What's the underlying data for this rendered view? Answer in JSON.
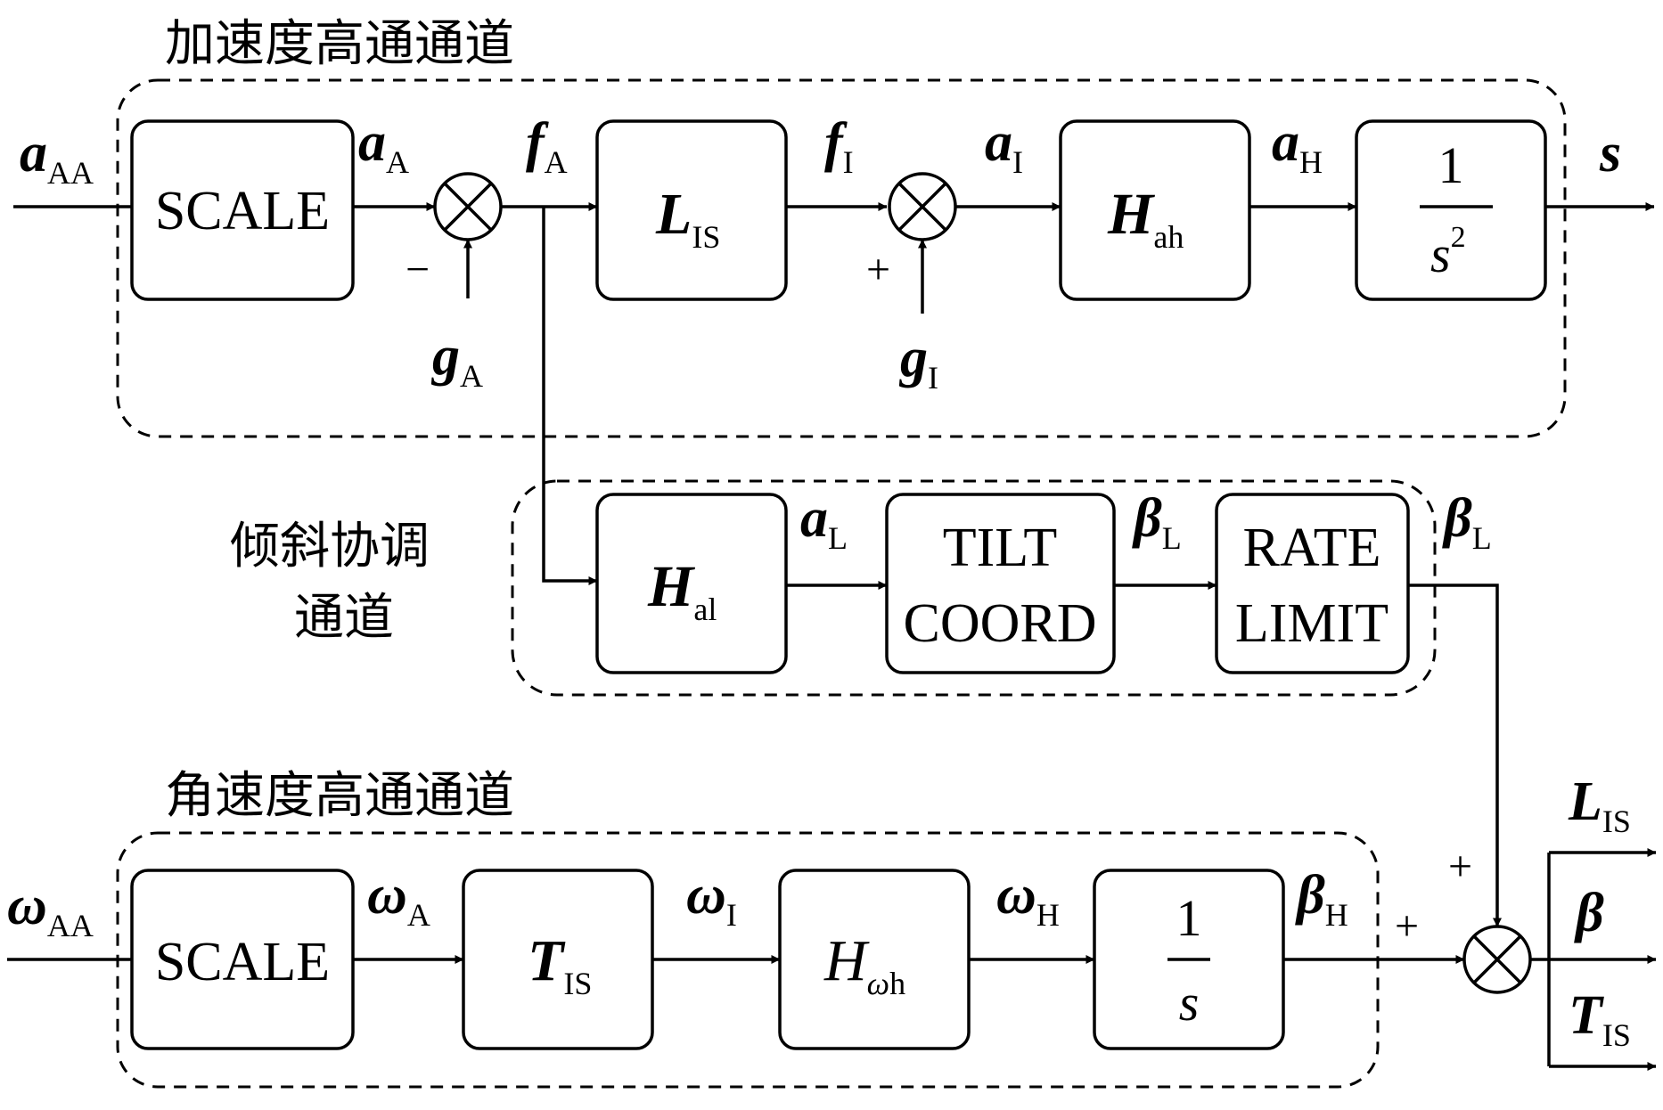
{
  "sections": {
    "accel": "加速度高通通道",
    "tilt_line1": "倾斜协调",
    "tilt_line2": "通道",
    "angular": "角速度高通通道"
  },
  "blocks": {
    "scale_top": "SCALE",
    "l_is_main": "L",
    "l_is_sub": "IS",
    "h_ah_main": "H",
    "h_ah_sub_a": "a",
    "h_ah_sub_h": "h",
    "int2_num": "1",
    "int2_den": "s",
    "int2_exp": "2",
    "h_al_main": "H",
    "h_al_sub_a": "a",
    "h_al_sub_l": "l",
    "tilt_1": "TILT",
    "tilt_2": "COORD",
    "rate_1": "RATE",
    "rate_2": "LIMIT",
    "scale_bot": "SCALE",
    "t_is_main": "T",
    "t_is_sub": "IS",
    "h_wh_main": "H",
    "h_wh_sub_w": "ω",
    "h_wh_sub_h": "h",
    "int1_num": "1",
    "int1_den": "s"
  },
  "signals": {
    "a_aa": {
      "main": "a",
      "sub": "AA"
    },
    "a_a": {
      "main": "a",
      "sub": "A"
    },
    "f_a": {
      "main": "f",
      "sub": "A"
    },
    "f_i": {
      "main": "f",
      "sub": "I"
    },
    "a_i": {
      "main": "a",
      "sub": "I"
    },
    "a_h": {
      "main": "a",
      "sub": "H"
    },
    "s_out": {
      "main": "s"
    },
    "g_a": {
      "main": "g",
      "sub": "A"
    },
    "g_i": {
      "main": "g",
      "sub": "I"
    },
    "a_l": {
      "main": "a",
      "sub": "L"
    },
    "beta_l1": {
      "main": "β",
      "sub": "L"
    },
    "beta_l2": {
      "main": "β",
      "sub": "L"
    },
    "w_aa": {
      "main": "ω",
      "sub": "AA"
    },
    "w_a": {
      "main": "ω",
      "sub": "A"
    },
    "w_i": {
      "main": "ω",
      "sub": "I"
    },
    "w_h": {
      "main": "ω",
      "sub": "H"
    },
    "beta_h": {
      "main": "β",
      "sub": "H"
    },
    "out_l_is": {
      "main": "L",
      "sub": "IS"
    },
    "out_beta": {
      "main": "β"
    },
    "out_t_is": {
      "main": "T",
      "sub": "IS"
    }
  },
  "signs": {
    "minus_ga": "−",
    "plus_gi": "+",
    "plus_beta_l": "+",
    "plus_beta_h": "+"
  }
}
